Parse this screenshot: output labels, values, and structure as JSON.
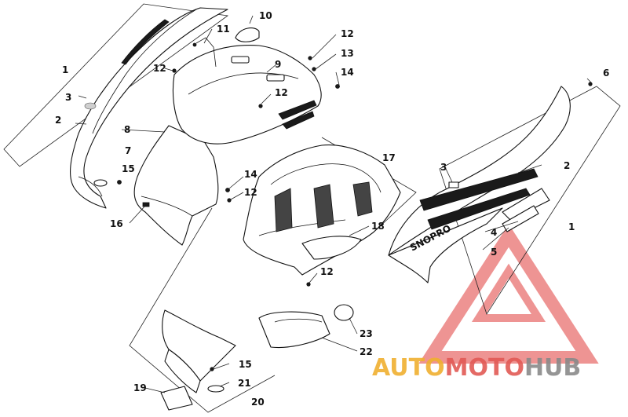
{
  "callouts": [
    {
      "id": "c1a",
      "label": "1"
    },
    {
      "id": "c1b",
      "label": "1"
    },
    {
      "id": "c2a",
      "label": "2"
    },
    {
      "id": "c2b",
      "label": "2"
    },
    {
      "id": "c3a",
      "label": "3"
    },
    {
      "id": "c3b",
      "label": "3"
    },
    {
      "id": "c4",
      "label": "4"
    },
    {
      "id": "c5",
      "label": "5"
    },
    {
      "id": "c6",
      "label": "6"
    },
    {
      "id": "c7",
      "label": "7"
    },
    {
      "id": "c8",
      "label": "8"
    },
    {
      "id": "c9",
      "label": "9"
    },
    {
      "id": "c10",
      "label": "10"
    },
    {
      "id": "c11",
      "label": "11"
    },
    {
      "id": "c12a",
      "label": "12"
    },
    {
      "id": "c12b",
      "label": "12"
    },
    {
      "id": "c12c",
      "label": "12"
    },
    {
      "id": "c12d",
      "label": "12"
    },
    {
      "id": "c12e",
      "label": "12"
    },
    {
      "id": "c13",
      "label": "13"
    },
    {
      "id": "c14a",
      "label": "14"
    },
    {
      "id": "c14b",
      "label": "14"
    },
    {
      "id": "c15a",
      "label": "15"
    },
    {
      "id": "c15b",
      "label": "15"
    },
    {
      "id": "c16",
      "label": "16"
    },
    {
      "id": "c17",
      "label": "17"
    },
    {
      "id": "c18",
      "label": "18"
    },
    {
      "id": "c19",
      "label": "19"
    },
    {
      "id": "c20",
      "label": "20"
    },
    {
      "id": "c21",
      "label": "21"
    },
    {
      "id": "c22",
      "label": "22"
    },
    {
      "id": "c23",
      "label": "23"
    }
  ],
  "decal_text": "SNOPRO",
  "watermark": {
    "part1": "AUTO",
    "part2": "MOTO",
    "part3": "HUB",
    "color_orange": "#f0b030",
    "color_red": "#e25a55",
    "color_grey": "#8a8a8a"
  }
}
